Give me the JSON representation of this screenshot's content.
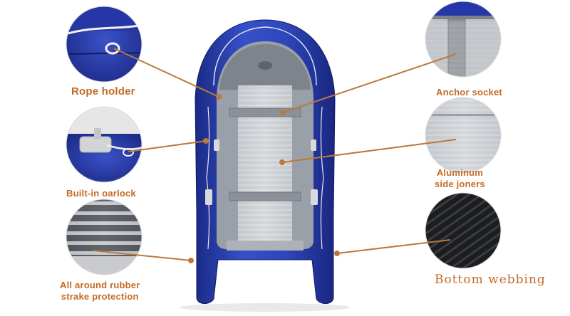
{
  "product": {
    "colors": {
      "hull_blue": "#2a3fb0",
      "hull_dark": "#1a2580",
      "floor_gray": "#c9ccd0",
      "callout_line": "#b97a3c",
      "label_text": "#c46a24"
    }
  },
  "callouts": {
    "rope_holder": {
      "label": "Rope holder"
    },
    "oarlock": {
      "label": "Built-in oarlock"
    },
    "rubber_strake": {
      "line1": "All around rubber",
      "line2": "strake protection"
    },
    "anchor_socket": {
      "label": "Anchor socket"
    },
    "aluminum_joiners": {
      "line1": "Aluminum",
      "line2": "side joners"
    },
    "bottom_webbing": {
      "label": "Bottom webbing"
    }
  }
}
